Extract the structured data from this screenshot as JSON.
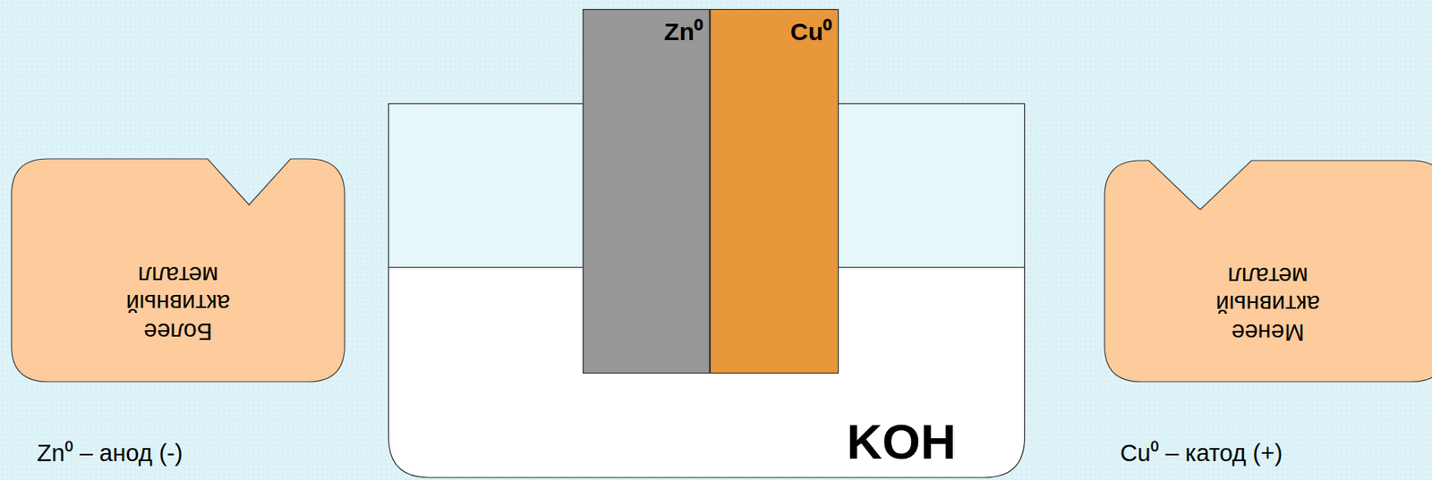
{
  "diagram": {
    "nodes": [
      {
        "text": [
          "Zn⁰"
        ]
      },
      {
        "text": [
          "Cu⁰"
        ]
      },
      {
        "text": [
          "Более активный металл"
        ]
      },
      {
        "text": [
          "KOH"
        ]
      },
      {
        "text": [
          "Менее активный металл"
        ]
      }
    ],
    "labels": [
      "Zn⁰ – анод (-)",
      "Cu⁰ – катод (+)"
    ]
  }
}
